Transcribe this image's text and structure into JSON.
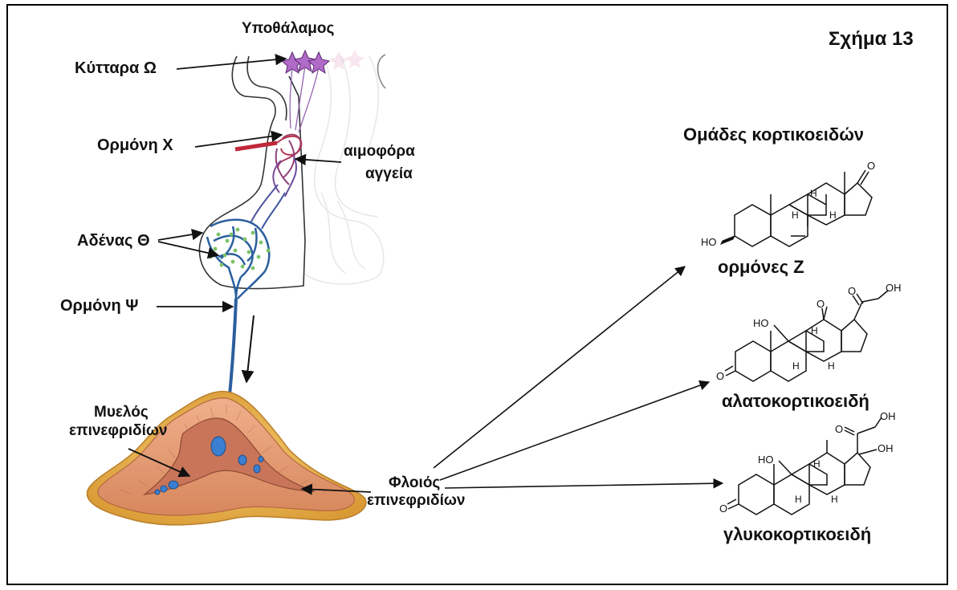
{
  "figure": {
    "label": "Σχήμα 13"
  },
  "labels": {
    "hypothalamus": "Υποθάλαμος",
    "cells_omega": "Κύτταρα Ω",
    "hormone_x": "Ορμόνη Χ",
    "blood_vessels_line1": "αιμοφόρα",
    "blood_vessels_line2": "αγγεία",
    "gland_theta": "Αδένας Θ",
    "hormone_psi": "Ορμόνη Ψ",
    "medulla_line1": "Μυελός",
    "medulla_line2": "επινεφριδίων",
    "cortex_line1": "Φλοιός",
    "cortex_line2": "επινεφριδίων"
  },
  "corticoids": {
    "heading": "Ομάδες κορτικοειδών",
    "groups": [
      {
        "name": "ορμόνες Ζ"
      },
      {
        "name": "αλατοκορτικοειδή"
      },
      {
        "name": "γλυκοκορτικοειδή"
      }
    ]
  },
  "structure_text": {
    "ho": "HO",
    "h": "H",
    "o": "O",
    "oh": "OH"
  },
  "colors": {
    "neuron": "#b06ac8",
    "vessel_red": "#c0283a",
    "vessel_purple": "#7a4a9a",
    "vessel_blue": "#2b5f9e",
    "gland_dots": "#7cc36a",
    "adrenal_cortex": "#e5a17a",
    "adrenal_fat": "#e8b85a",
    "medulla_pool": "#3a7fd0"
  }
}
